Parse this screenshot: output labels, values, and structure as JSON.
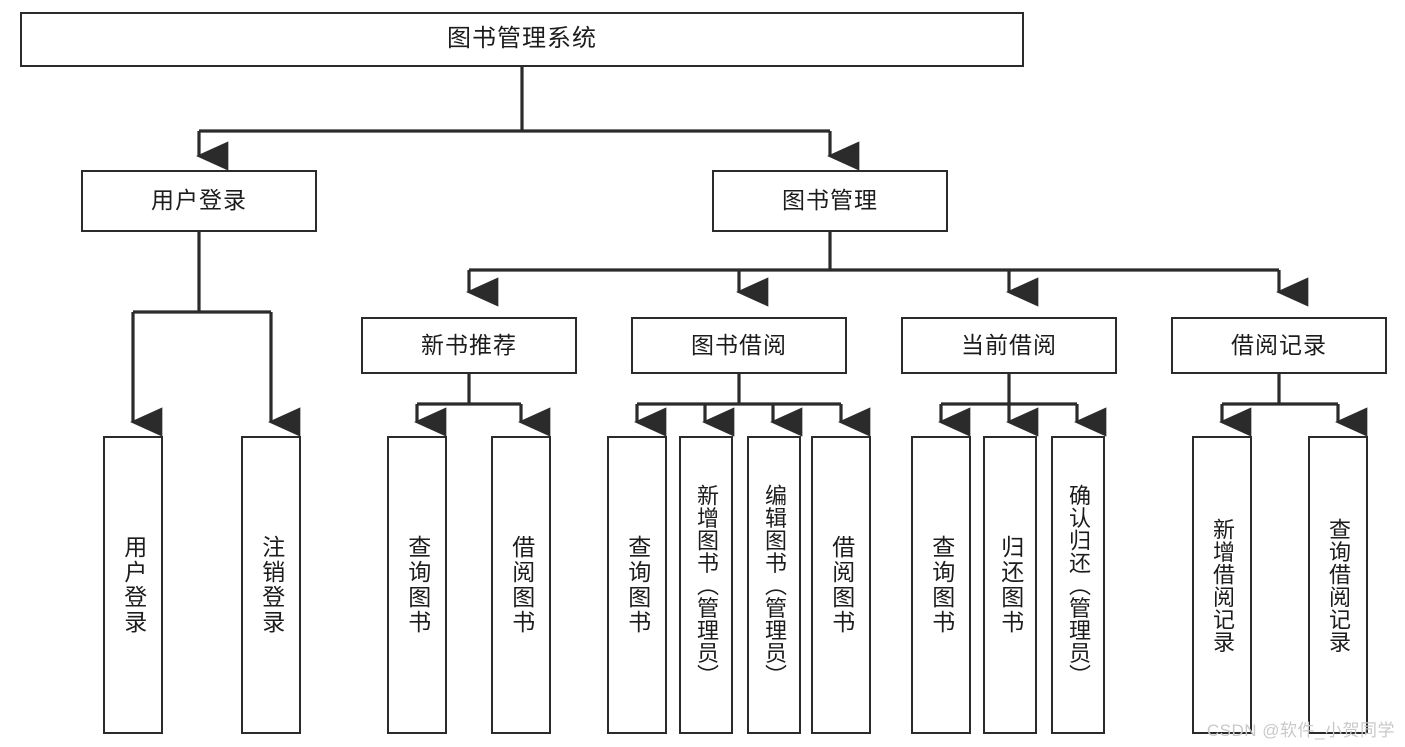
{
  "diagram": {
    "title": "图书管理系统",
    "root": {
      "id": "root",
      "label": "图书管理系统"
    },
    "level2": [
      {
        "id": "user-login",
        "label": "用户登录"
      },
      {
        "id": "book-manage",
        "label": "图书管理"
      }
    ],
    "level3": [
      {
        "id": "new-book-recommend",
        "label": "新书推荐"
      },
      {
        "id": "book-borrow",
        "label": "图书借阅"
      },
      {
        "id": "current-borrow",
        "label": "当前借阅"
      },
      {
        "id": "borrow-record",
        "label": "借阅记录"
      }
    ],
    "leaves": [
      {
        "id": "leaf-user-login",
        "label": "用户登录",
        "parent": "user-login"
      },
      {
        "id": "leaf-logout",
        "label": "注销登录",
        "parent": "user-login"
      },
      {
        "id": "leaf-query-book-1",
        "label": "查询图书",
        "parent": "new-book-recommend"
      },
      {
        "id": "leaf-borrow-book-1",
        "label": "借阅图书",
        "parent": "new-book-recommend"
      },
      {
        "id": "leaf-query-book-2",
        "label": "查询图书",
        "parent": "book-borrow"
      },
      {
        "id": "leaf-add-book",
        "label": "新增图书（管理员）",
        "parent": "book-borrow"
      },
      {
        "id": "leaf-edit-book",
        "label": "编辑图书（管理员）",
        "parent": "book-borrow"
      },
      {
        "id": "leaf-borrow-book-2",
        "label": "借阅图书",
        "parent": "book-borrow"
      },
      {
        "id": "leaf-query-book-3",
        "label": "查询图书",
        "parent": "current-borrow"
      },
      {
        "id": "leaf-return-book",
        "label": "归还图书",
        "parent": "current-borrow"
      },
      {
        "id": "leaf-confirm-return",
        "label": "确认归还（管理员）",
        "parent": "current-borrow"
      },
      {
        "id": "leaf-add-record",
        "label": "新增借阅记录",
        "parent": "borrow-record"
      },
      {
        "id": "leaf-query-record",
        "label": "查询借阅记录",
        "parent": "borrow-record"
      }
    ],
    "colors": {
      "stroke": "#2b2b2b",
      "fill": "#ffffff",
      "text": "#1c1c1c",
      "watermark": "#c9c9c9"
    }
  },
  "watermark": {
    "text": "CSDN @软件_小贺同学"
  }
}
